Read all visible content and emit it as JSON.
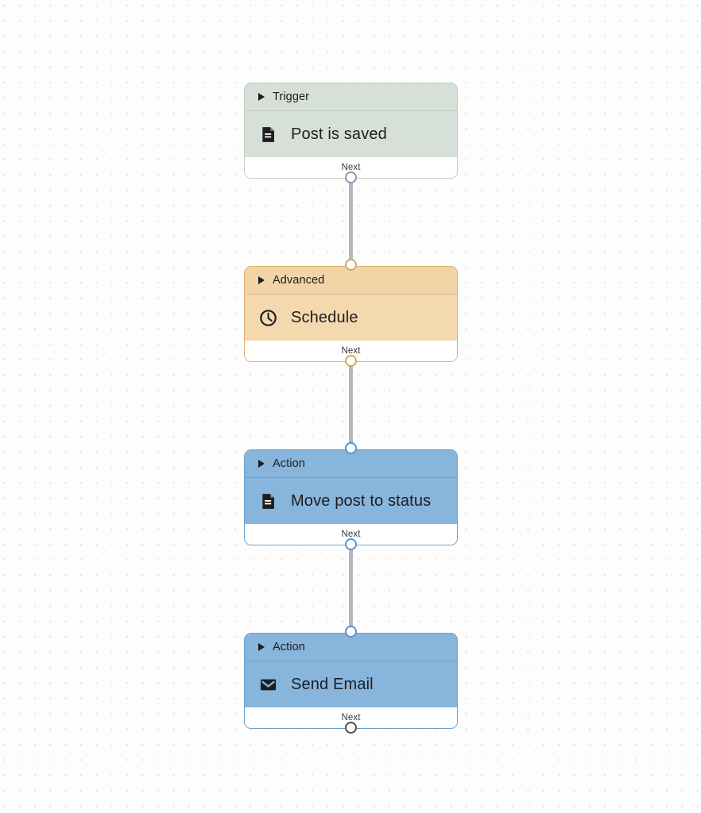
{
  "canvas": {
    "background_color": "#fdfdfd",
    "grid_dot_color": "#e2e2e4"
  },
  "workflow": {
    "nodes": [
      {
        "id": "trigger-post-is-saved",
        "category": "Trigger",
        "label": "Post is saved",
        "icon": "document-icon",
        "footer_label": "Next",
        "header_color": "#d7e0d8",
        "body_color": "#d7e0d8",
        "border_color": "#c2cdc4",
        "port_color": "#ab85b6"
      },
      {
        "id": "advanced-schedule",
        "category": "Advanced",
        "label": "Schedule",
        "icon": "clock-icon",
        "footer_label": "Next",
        "header_color": "#f2d5a6",
        "body_color": "#f4d9ae",
        "border_color": "#dcb071",
        "port_color": "#d2a75b"
      },
      {
        "id": "action-move-post-to-status",
        "category": "Action",
        "label": "Move post to status",
        "icon": "document-icon",
        "footer_label": "Next",
        "header_color": "#87b5dc",
        "body_color": "#87b5dc",
        "border_color": "#6ba0ce",
        "port_color": "#5a93c4"
      },
      {
        "id": "action-send-email",
        "category": "Action",
        "label": "Send Email",
        "icon": "envelope-icon",
        "footer_label": "Next",
        "header_color": "#87b5dc",
        "body_color": "#87b5dc",
        "border_color": "#6ba0ce",
        "port_color": "#4f4f4f"
      }
    ],
    "edge_color": "#b6b6bb"
  }
}
